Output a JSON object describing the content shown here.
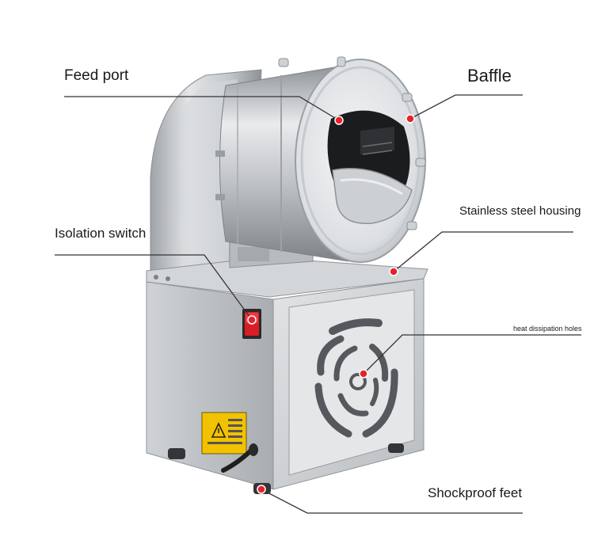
{
  "labels": {
    "feed_port": "Feed port",
    "baffle": "Baffle",
    "stainless_steel_housing": "Stainless steel housing",
    "isolation_switch": "Isolation switch",
    "heat_dissipation_holes": "heat dissipation holes",
    "shockproof_feet": "Shockproof feet"
  },
  "colors": {
    "marker": "#e8202a",
    "leader_line": "#333333",
    "steel": "#c9ccd0",
    "switch": "#d81e24",
    "warning": "#f2c200"
  }
}
